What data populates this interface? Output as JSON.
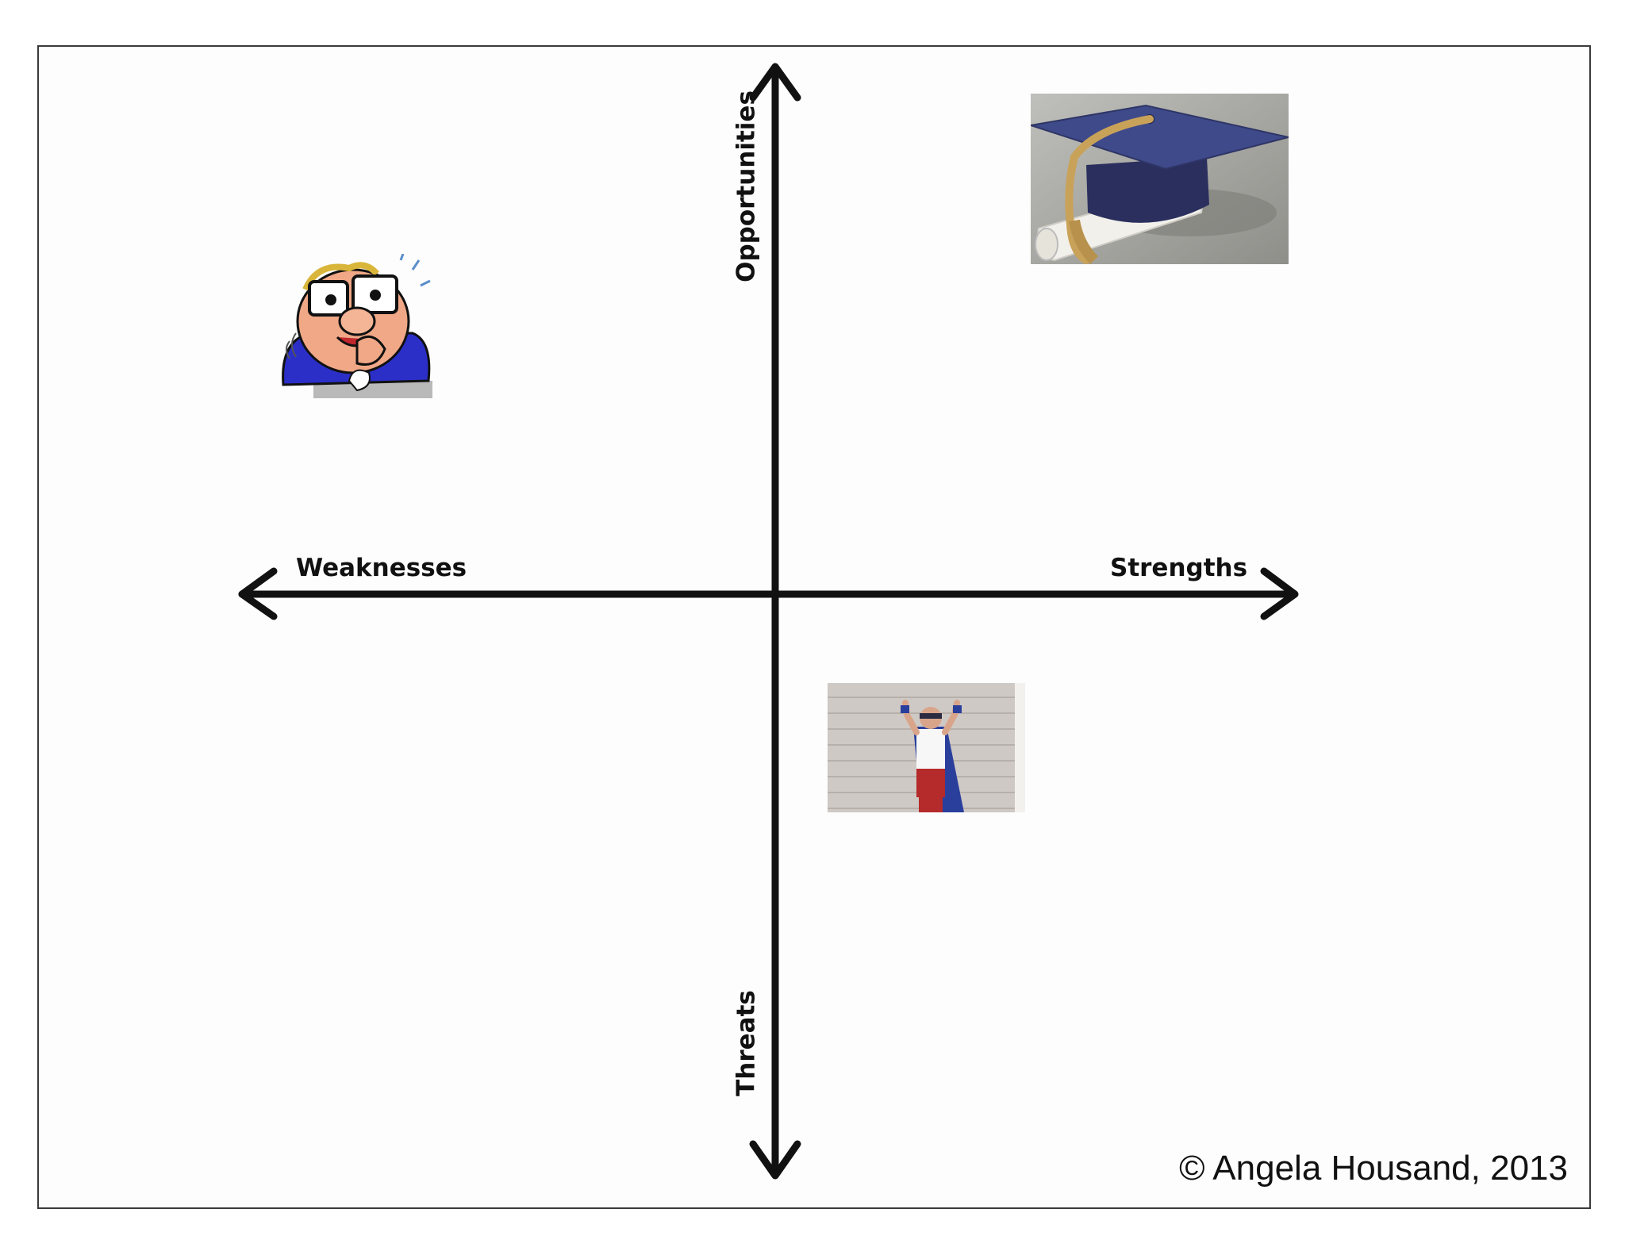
{
  "diagram": {
    "axes": {
      "left_label": "Weaknesses",
      "right_label": "Strengths",
      "top_label": "Opportunities",
      "bottom_label": "Threats"
    },
    "quadrant_images": [
      {
        "quadrant": "top-left",
        "depicts": "worried-cartoon-man-icon"
      },
      {
        "quadrant": "top-right",
        "depicts": "graduation-cap-and-diploma-photo"
      },
      {
        "quadrant": "bottom-right",
        "depicts": "child-superhero-photo"
      }
    ],
    "copyright": "© Angela Housand, 2013",
    "colors": {
      "axis": "#111111",
      "border": "#3a3a3a",
      "cap": "#2e3566",
      "tassel": "#c9a25a",
      "cape": "#2a3f9c",
      "shorts": "#b52a2a"
    }
  }
}
